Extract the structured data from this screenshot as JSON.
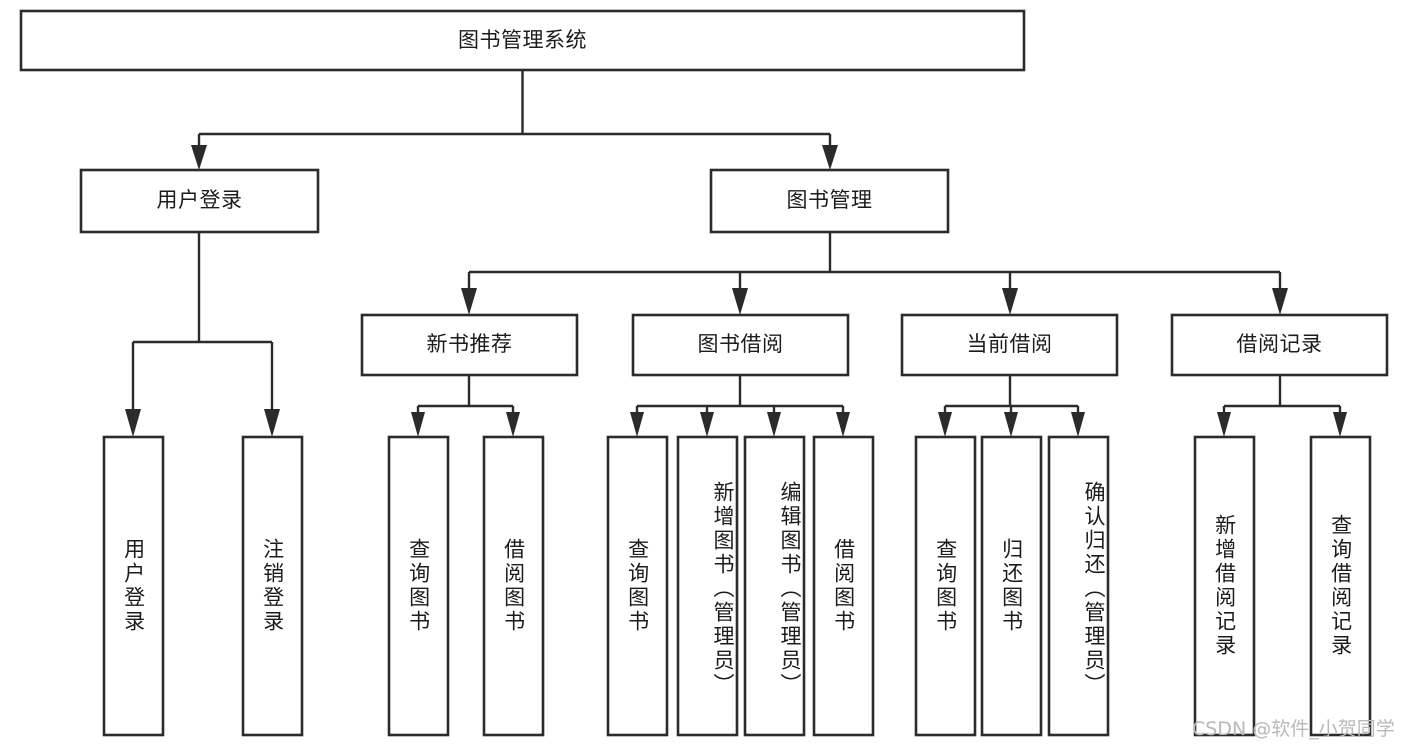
{
  "diagram": {
    "type": "tree-hierarchy-chart",
    "title": "图书管理系统",
    "background_color": "#ffffff",
    "line_color": "#2b2b2b",
    "text_color": "#1c1c1c",
    "root": {
      "label": "图书管理系统",
      "orientation": "horizontal"
    },
    "level2": [
      {
        "label": "用户登录",
        "orientation": "horizontal"
      },
      {
        "label": "图书管理",
        "orientation": "horizontal"
      }
    ],
    "level3": [
      {
        "label": "新书推荐",
        "orientation": "horizontal"
      },
      {
        "label": "图书借阅",
        "orientation": "horizontal"
      },
      {
        "label": "当前借阅",
        "orientation": "horizontal"
      },
      {
        "label": "借阅记录",
        "orientation": "horizontal"
      }
    ],
    "leaves": {
      "user_login": [
        {
          "label": "用户登录",
          "orientation": "vertical"
        },
        {
          "label": "注销登录",
          "orientation": "vertical"
        }
      ],
      "new_book_recommend": [
        {
          "label": "查询图书",
          "orientation": "vertical"
        },
        {
          "label": "借阅图书",
          "orientation": "vertical"
        }
      ],
      "book_borrow": [
        {
          "label": "查询图书",
          "orientation": "vertical"
        },
        {
          "label": "新增图书（管理员）",
          "orientation": "vertical"
        },
        {
          "label": "编辑图书（管理员）",
          "orientation": "vertical"
        },
        {
          "label": "借阅图书",
          "orientation": "vertical"
        }
      ],
      "current_borrow": [
        {
          "label": "查询图书",
          "orientation": "vertical"
        },
        {
          "label": "归还图书",
          "orientation": "vertical"
        },
        {
          "label": "确认归还（管理员）",
          "orientation": "vertical"
        }
      ],
      "borrow_record": [
        {
          "label": "新增借阅记录",
          "orientation": "vertical"
        },
        {
          "label": "查询借阅记录",
          "orientation": "vertical"
        }
      ]
    }
  },
  "watermark": {
    "text": "CSDN @软件_小贺同学",
    "color": "#b9b9b9"
  }
}
